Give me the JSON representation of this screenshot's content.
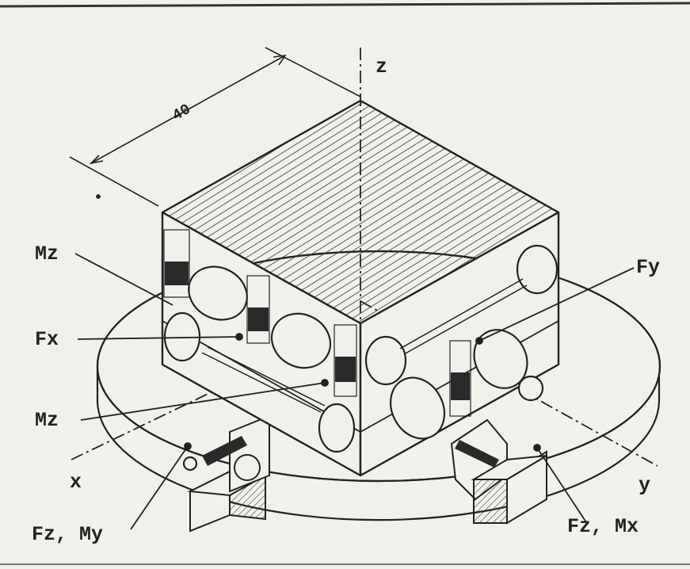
{
  "labels": {
    "dimension": "40",
    "axis_z": "z",
    "axis_x": "x",
    "axis_y": "y",
    "mz_upper": "Mz",
    "fx": "Fx",
    "mz_lower": "Mz",
    "fy": "Fy",
    "fz_my": "Fz, My",
    "fz_mx": "Fz, Mx"
  },
  "colors": {
    "paper": "#f1f1ec",
    "ink": "#222222",
    "gauge": "#2a2a2a"
  }
}
